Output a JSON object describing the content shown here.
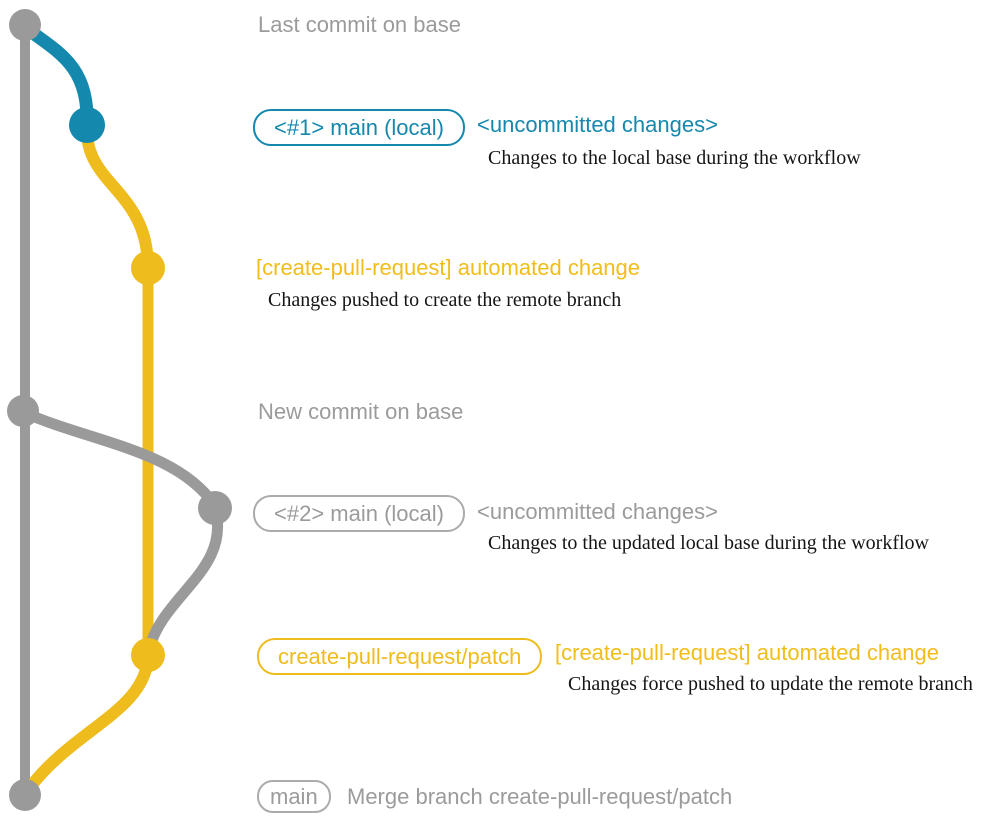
{
  "palette": {
    "gray": "#9a9a9a",
    "teal": "#1588ae",
    "yellow": "#eebc1c",
    "badge_gray_border": "#ababab",
    "note_text": "#151515"
  },
  "graph": {
    "type": "git-branch-graph",
    "branch_colors": {
      "base": "#9a9a9a",
      "local_changes_first": "#1588ae",
      "remote_branch": "#eebc1c",
      "local_changes_second": "#9a9a9a"
    },
    "commit_nodes": [
      "last-commit-on-base",
      "local-uncommitted-1",
      "remote-branch-commit-1",
      "new-commit-on-base",
      "local-uncommitted-2",
      "remote-branch-commit-2",
      "merge-commit-on-base"
    ]
  },
  "annotations": {
    "top_commit_caption": "Last commit on base",
    "row1": {
      "badge": "<#1> main (local)",
      "status": "<uncommitted changes>",
      "note": "Changes to the local base during the workflow"
    },
    "row2": {
      "message": "[create-pull-request] automated change",
      "note": "Changes pushed to create the remote branch"
    },
    "mid_commit_caption": "New commit on base",
    "row3": {
      "badge": "<#2> main (local)",
      "status": "<uncommitted changes>",
      "note": "Changes to the updated local base during the workflow"
    },
    "row4": {
      "badge": "create-pull-request/patch",
      "message": "[create-pull-request] automated change",
      "note": "Changes force pushed to update the remote branch"
    },
    "row5": {
      "badge": "main",
      "message": "Merge branch create-pull-request/patch"
    }
  }
}
